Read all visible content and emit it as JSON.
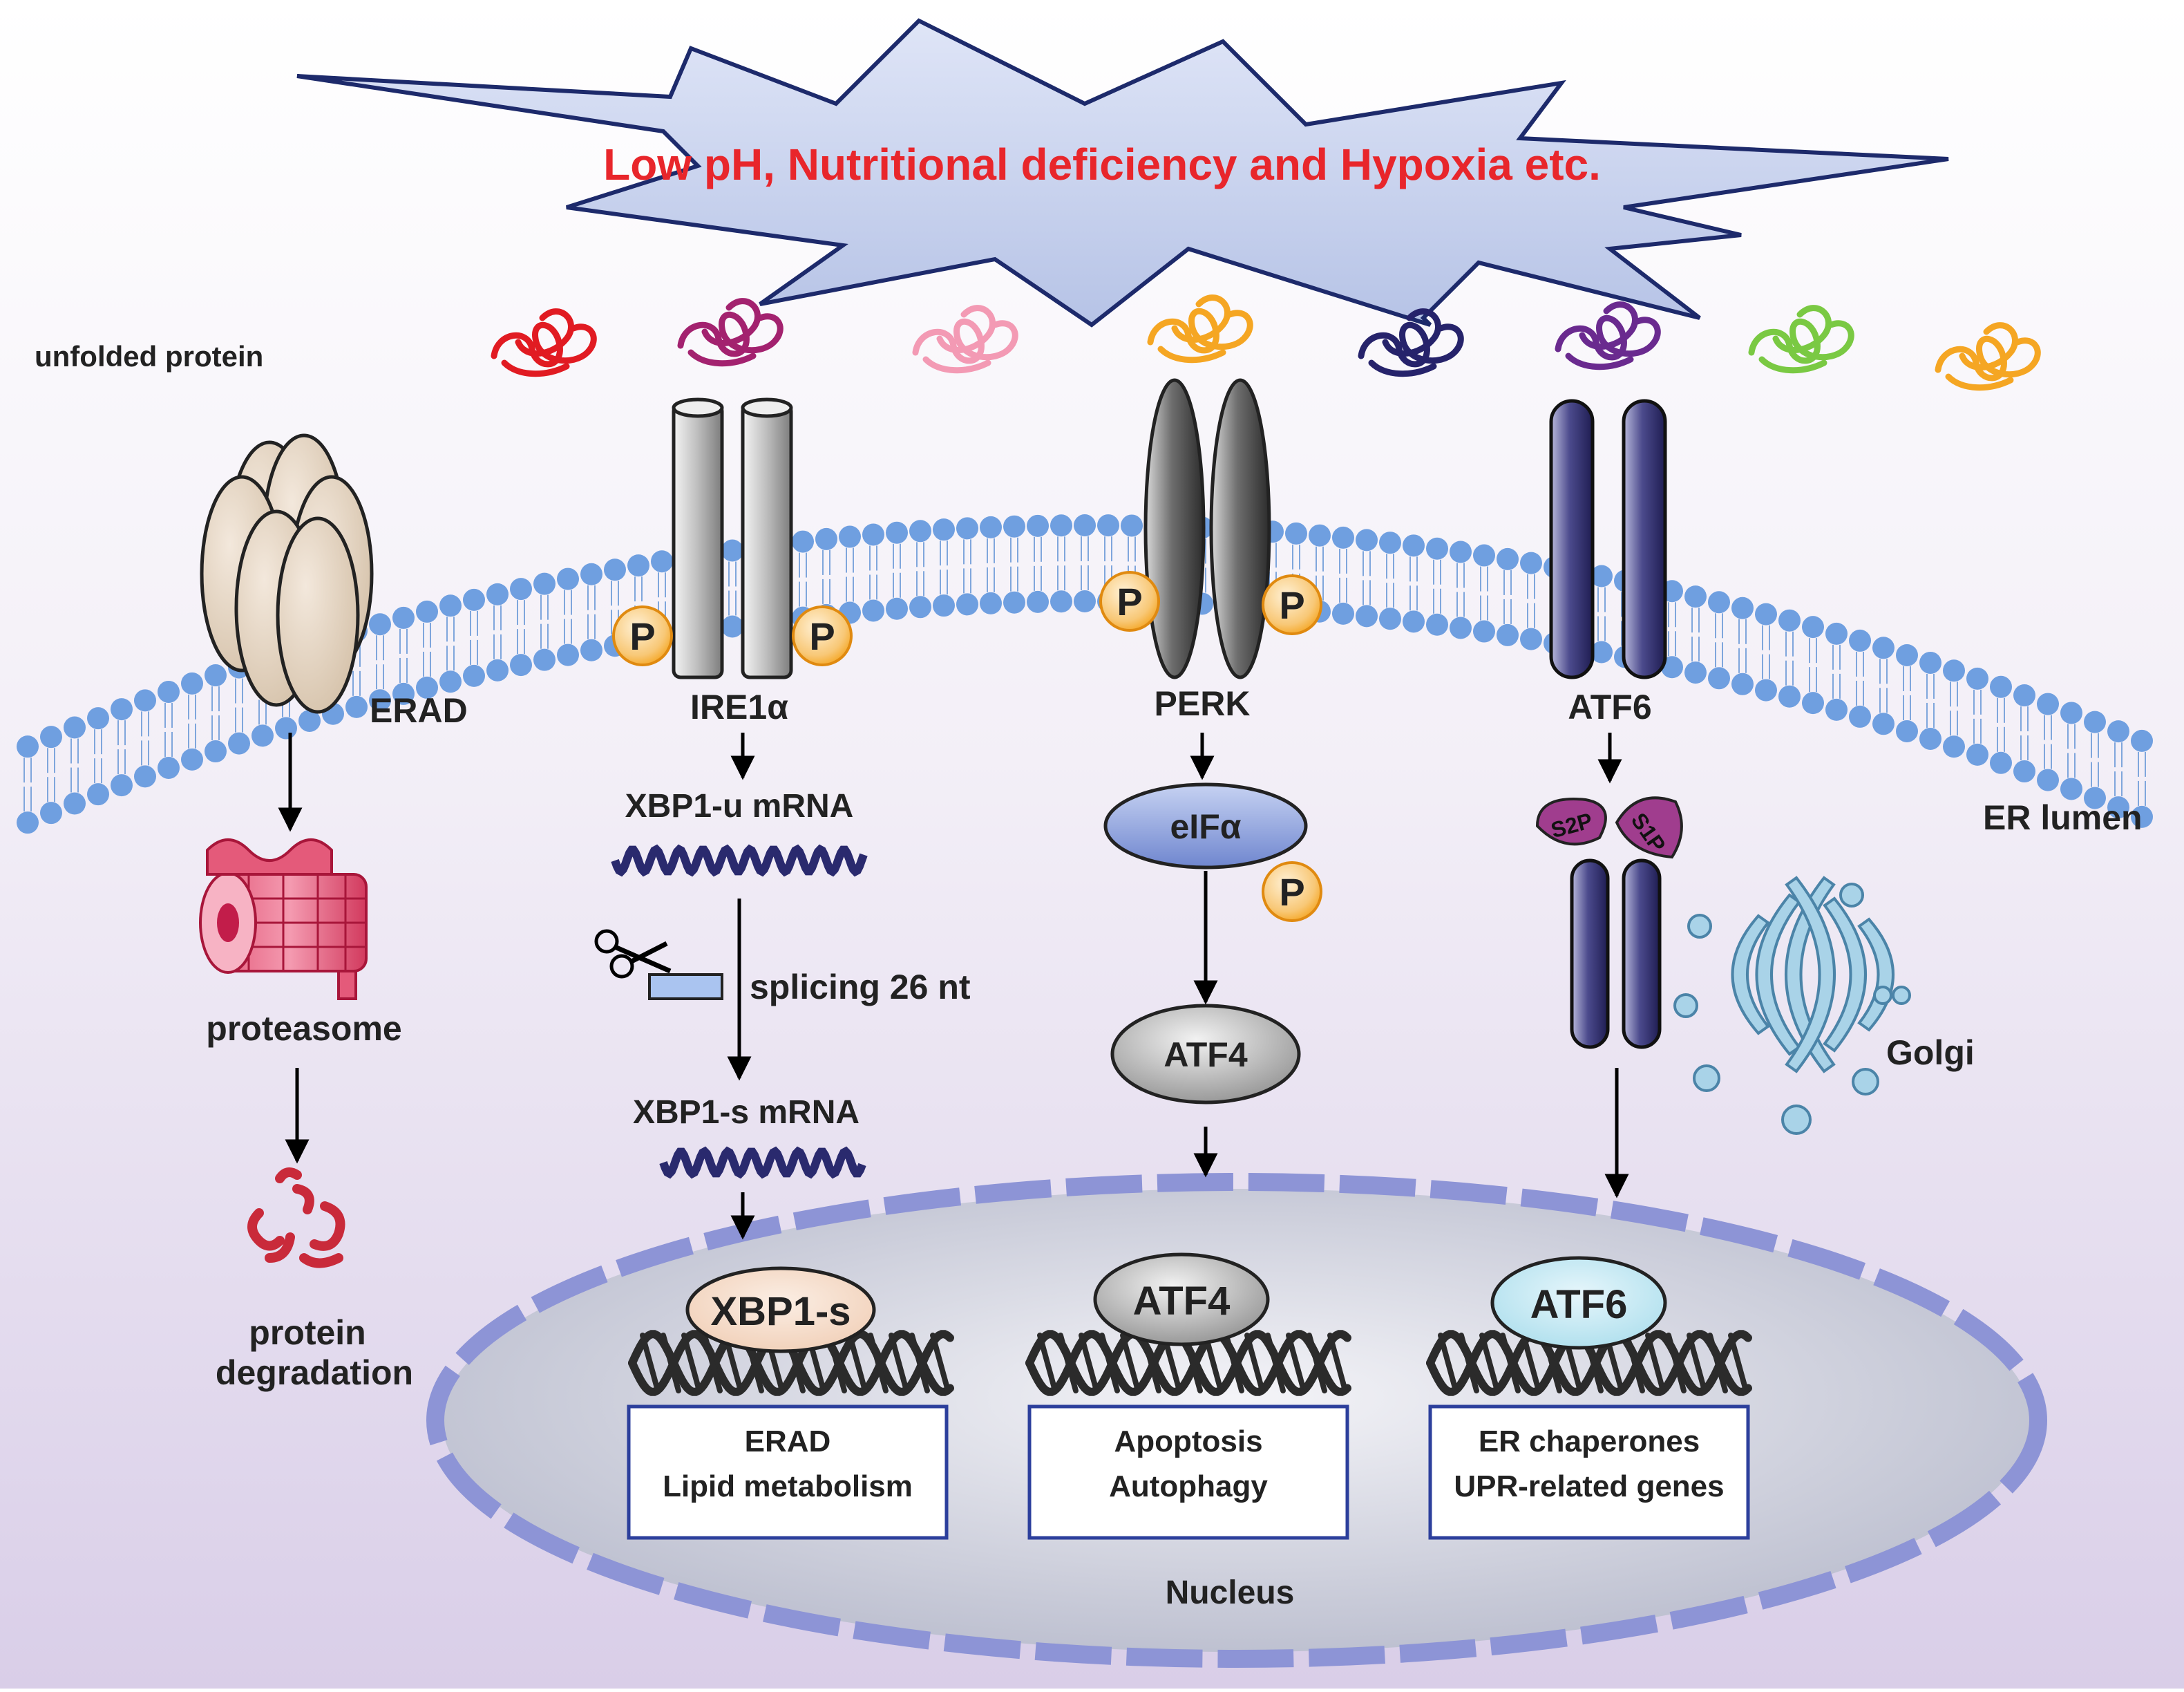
{
  "stress": {
    "text": "Low pH, Nutritional deficiency and Hypoxia etc."
  },
  "labels": {
    "unfolded_protein": "unfolded protein",
    "er_lumen": "ER lumen",
    "golgi": "Golgi",
    "nucleus": "Nucleus"
  },
  "erad": {
    "label": "ERAD",
    "proteasome": "proteasome",
    "degradation_line1": "protein",
    "degradation_line2": "degradation"
  },
  "ire1": {
    "label": "IRE1α",
    "xbp1u": "XBP1-u mRNA",
    "splicing": "splicing 26 nt",
    "xbp1s": "XBP1-s mRNA",
    "phospho": "P"
  },
  "perk": {
    "label": "PERK",
    "eif": "eIFα",
    "atf4": "ATF4",
    "phospho": "P"
  },
  "atf6": {
    "label": "ATF6",
    "s2p": "S2P",
    "s1p": "S1P"
  },
  "nucleus_factors": {
    "xbp1s": "XBP1-s",
    "atf4": "ATF4",
    "atf6": "ATF6"
  },
  "targets": {
    "xbp1s": {
      "line1": "ERAD",
      "line2": "Lipid metabolism"
    },
    "atf4": {
      "line1": "Apoptosis",
      "line2": "Autophagy"
    },
    "atf6": {
      "line1": "ER chaperones",
      "line2": "UPR-related genes"
    }
  },
  "colors": {
    "stress_text": "#e8262b",
    "membrane": "#6f9fe0",
    "nucleus_border": "#8d94d6",
    "box_border": "#2c3f9c",
    "phospho_fill": "#f5a623",
    "atf6_receptor": "#3d3b78",
    "protein_colors": [
      "#e11b22",
      "#a3226f",
      "#f39ab4",
      "#f5a623",
      "#26236b",
      "#6a2a8f",
      "#7ac943",
      "#f5a623"
    ]
  }
}
